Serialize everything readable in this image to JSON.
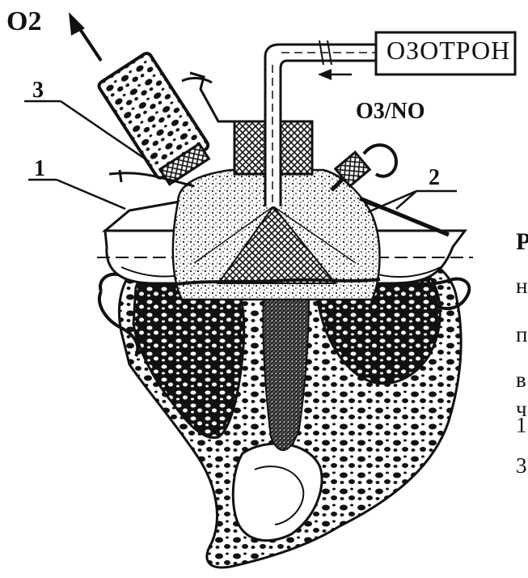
{
  "labels": {
    "o2": "O2",
    "device": "ОЗОТРОН",
    "gas_flow": "O3/NO",
    "num_1": "1",
    "num_2": "2",
    "num_3": "3"
  },
  "cropped_caption_glyphs": [
    "Р",
    "н",
    "п",
    "в",
    "ч",
    "1",
    "3"
  ],
  "icons": {
    "up_arrow": "arrow-up-left-icon",
    "flow_arrow": "arrow-left-icon"
  }
}
